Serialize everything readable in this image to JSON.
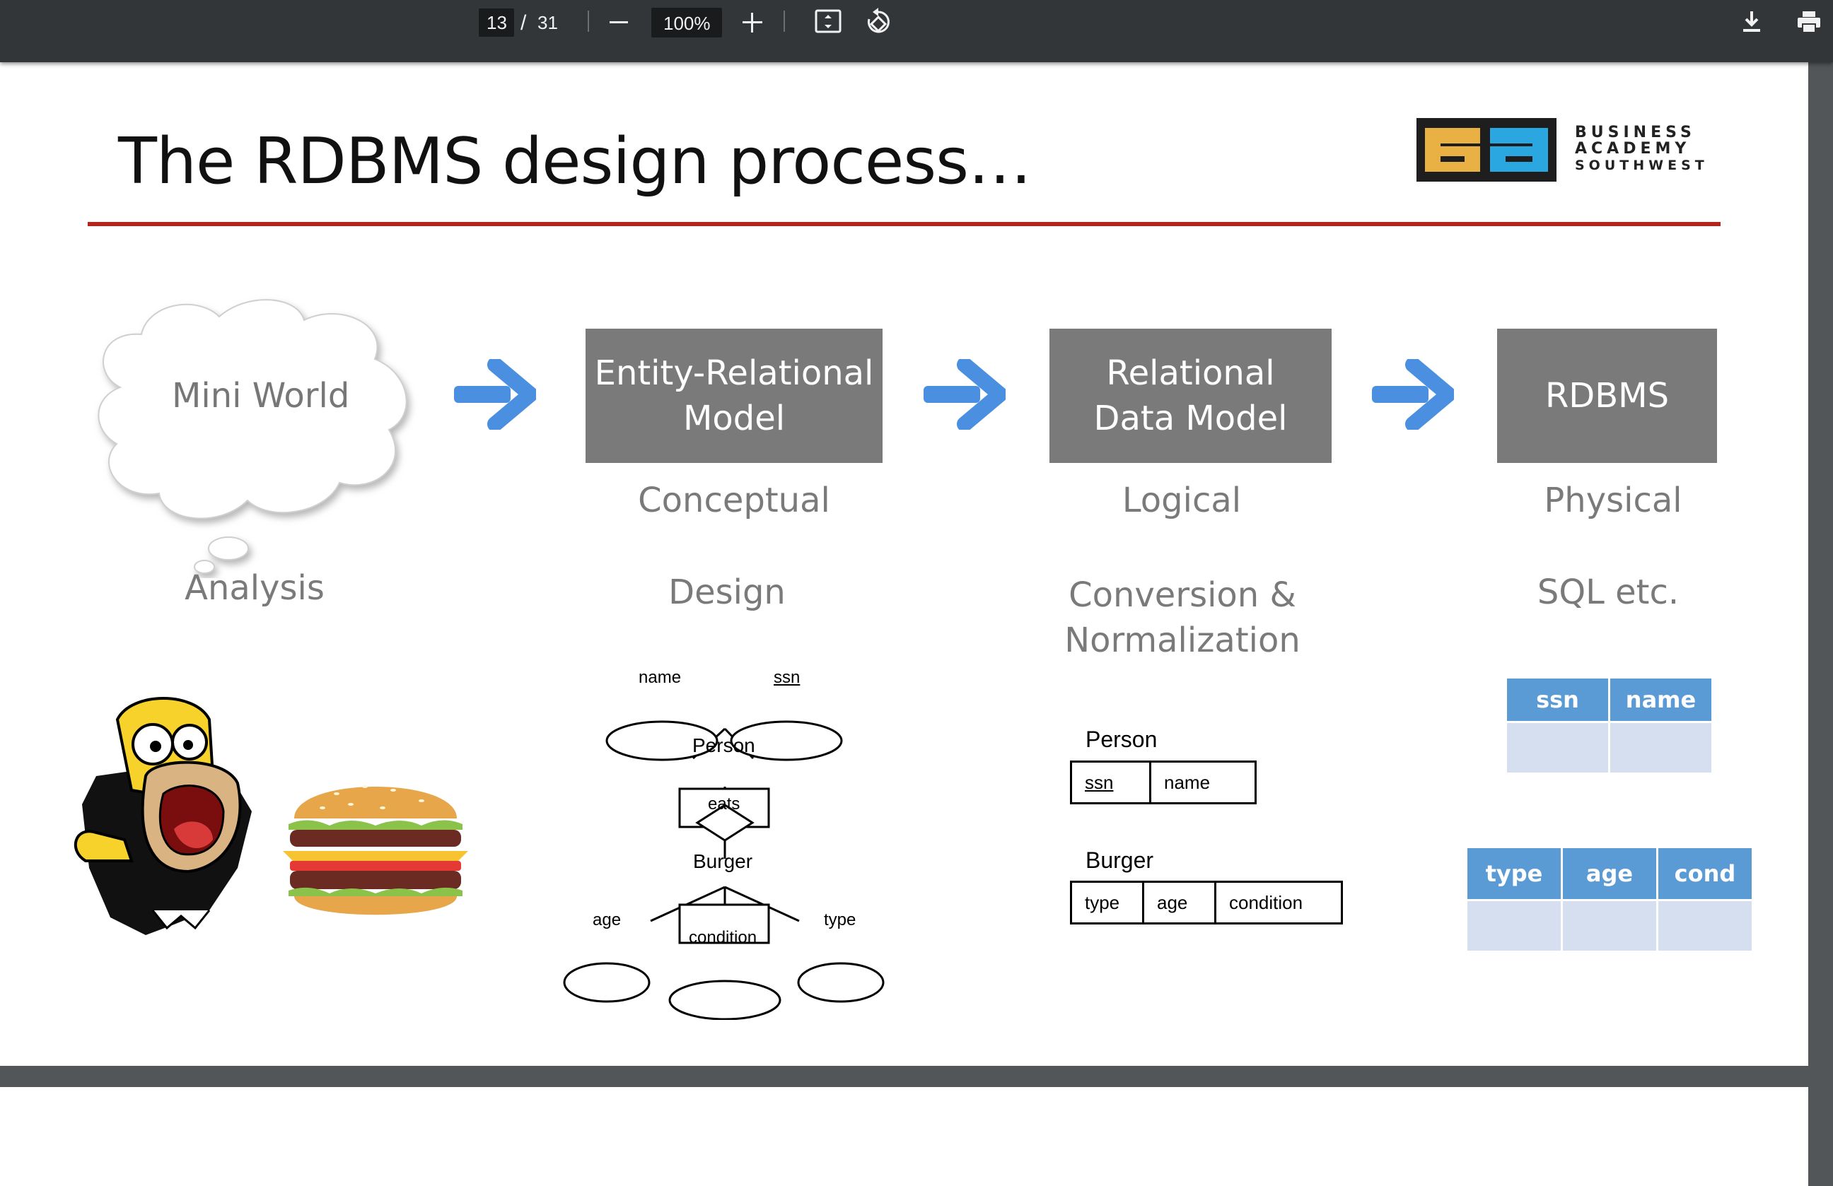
{
  "toolbar": {
    "current_page": "13",
    "page_separator": "/",
    "total_pages": "31",
    "zoom": "100%",
    "zoom_out_icon": "minus-icon",
    "zoom_in_icon": "plus-icon",
    "fit_icon": "fit-page-icon",
    "rotate_icon": "rotate-icon",
    "download_icon": "download-icon",
    "print_icon": "print-icon"
  },
  "slide": {
    "title": "The RDBMS design process…",
    "logo": {
      "mark": "ea",
      "line1": "BUSINESS",
      "line2": "ACADEMY",
      "line3": "SOUTHWEST"
    },
    "cloud_label": "Mini World",
    "stages": [
      {
        "box": [
          "Entity-Relational",
          "Model"
        ],
        "level": "Conceptual",
        "activity": "Design"
      },
      {
        "box": [
          "Relational",
          "Data Model"
        ],
        "level": "Logical",
        "activity": [
          "Conversion &",
          "Normalization"
        ]
      },
      {
        "box": [
          "RDBMS"
        ],
        "level": "Physical",
        "activity": "SQL etc."
      }
    ],
    "analysis_label": "Analysis",
    "er_diagram": {
      "attr_name": "name",
      "attr_ssn": "ssn",
      "entity_person": "Person",
      "relationship": "eats",
      "entity_burger": "Burger",
      "attr_age": "age",
      "attr_condition": "condition",
      "attr_type": "type"
    },
    "relational": {
      "person": {
        "label": "Person",
        "cols": [
          "ssn",
          "name"
        ]
      },
      "burger": {
        "label": "Burger",
        "cols": [
          "type",
          "age",
          "condition"
        ]
      }
    },
    "physical": {
      "table1": [
        "ssn",
        "name"
      ],
      "table2": [
        "type",
        "age",
        "cond"
      ]
    },
    "colors": {
      "accent_rule": "#b3261e",
      "arrow": "#4a8fe0",
      "box": "#7a7a7a",
      "table_head": "#5b9bd5",
      "table_cell": "#d6dff0"
    }
  }
}
